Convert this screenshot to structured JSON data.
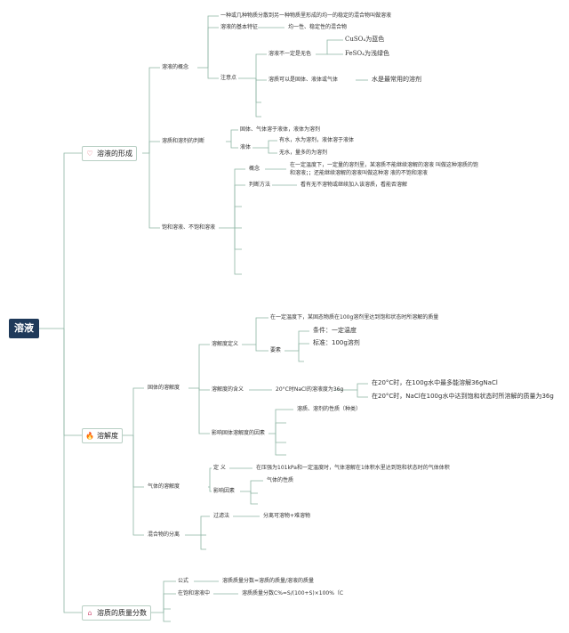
{
  "root": "溶液",
  "branches": {
    "b1": {
      "icon": "heart-icon",
      "label": "溶液的形成",
      "concept": {
        "label": "溶液的概念",
        "definition": "一种或几种物质分散到另一种物质里形成的均一的稳定的混合物叫做溶液",
        "feature_label": "溶液的基本特征",
        "feature": "均一性、稳定性的混合物",
        "notes_label": "注意点",
        "color_note": "溶液不一定是无色",
        "cuso4": "CuSO₄为蓝色",
        "feso4": "FeSO₄为浅绿色",
        "solute_note": "溶质可以是固体、液体或气体",
        "water_note": "水是最常用的溶剂"
      },
      "judge": {
        "label": "溶质和溶剂的判断",
        "solid_gas": "固体、气体溶于液体，液体为溶剂",
        "liquid_label": "液体",
        "with_water": "有水，水为溶剂，液体溶于液体",
        "no_water": "无水，量多的为溶剂"
      },
      "saturated": {
        "label": "饱和溶液、不饱和溶液",
        "concept_label": "概念",
        "concept_line1": "在一定温度下，一定量的溶剂里，某溶质不能继续溶解的溶液 叫做这种溶质的饱",
        "concept_line2": "和溶液；；还能继续溶解的溶液叫做这种溶 液的不饱和溶液",
        "method_label": "判断方法",
        "method": "看有无不溶物或继续加入该溶质，看能否溶解"
      }
    },
    "b2": {
      "icon": "flame-icon",
      "label": "溶解度",
      "solid": {
        "label": "固体的溶解度",
        "def_label": "溶解度定义",
        "def": "在一定温度下，某固态物质在100g溶剂里达到饱和状态时所溶解的质量",
        "factors_label": "要素",
        "cond1": "条件：一定温度",
        "cond2": "标准：100g溶剂",
        "meaning_label": "溶解度的含义",
        "meaning": "20°C时NaCl的溶液度为36g",
        "m1": "在20°C时，在100g水中最多能溶解36gNaCl",
        "m2": "在20°C时，NaCl在100g水中达到饱和状态时所溶解的质量为36g",
        "influence_label": "影响固体溶解度的因素",
        "influence1": "溶质、溶剂的性质（种类）"
      },
      "gas": {
        "label": "气体的溶解度",
        "def_label": "定 义",
        "def": "在压强为101kPa和一定温度时，气体溶解在1体积水里达到饱和状态时的气体体积",
        "factor_label": "影响因素",
        "factor1": "气体的性质"
      },
      "mixture": {
        "label": "混合物的分离",
        "filter_label": "过滤法",
        "filter": "分离可溶物+难溶物"
      }
    },
    "b3": {
      "icon": "house-icon",
      "label": "溶质的质量分数",
      "formula_label": "公式",
      "formula": "溶质质量分数=溶质的质量/溶液的质量",
      "saturated_label": "在饱和溶液中",
      "saturated": "溶质质量分数C%=S/(100+S)×100%（C"
    }
  },
  "colors": {
    "line": "#8db5a4",
    "root_bg": "#1f3a5a"
  }
}
